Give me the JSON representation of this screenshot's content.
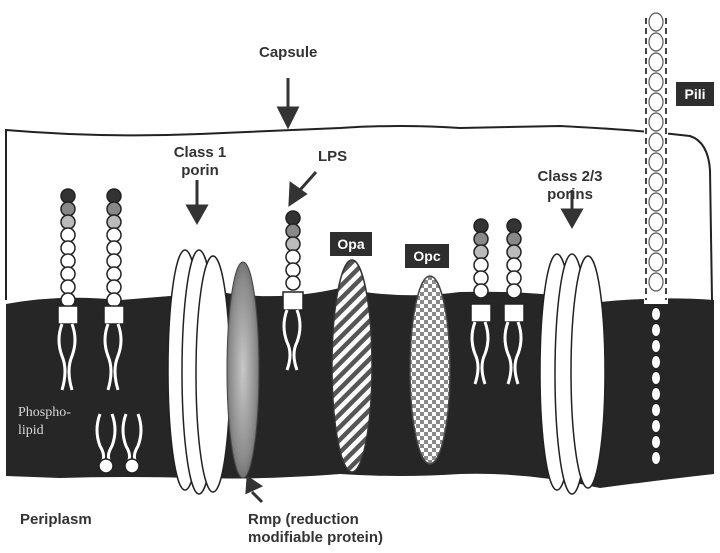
{
  "labels": {
    "capsule": "Capsule",
    "class1_line1": "Class 1",
    "class1_line2": "porin",
    "lps": "LPS",
    "class23_line1": "Class 2/3",
    "class23_line2": "porins",
    "phospho_line1": "Phospho-",
    "phospho_line2": "lipid",
    "periplasm": "Periplasm",
    "rmp_line1": "Rmp (reduction",
    "rmp_line2": "modifiable protein)"
  },
  "boxes": {
    "opa": "Opa",
    "opc": "Opc",
    "pili": "Pili"
  },
  "colors": {
    "membrane": "#262626",
    "label_text": "#333333",
    "box_fill": "#2e2e2e"
  }
}
